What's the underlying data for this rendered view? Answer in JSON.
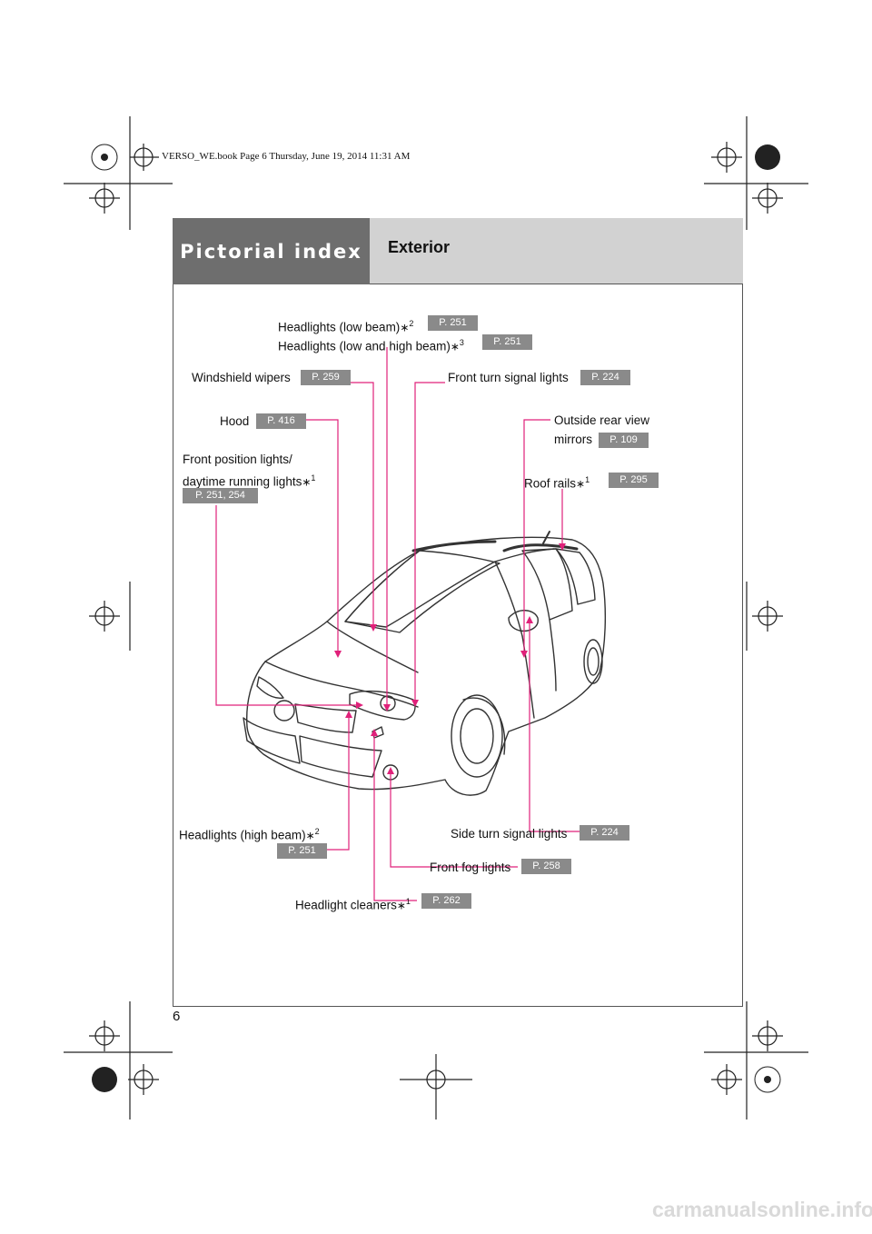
{
  "print_header": "VERSO_WE.book  Page 6  Thursday, June 19, 2014  11:31 AM",
  "header": {
    "section": "Pictorial index",
    "title": "Exterior"
  },
  "page_number": "6",
  "labels": {
    "headlights_low": {
      "text": "Headlights (low beam)",
      "sup": "2",
      "ref": "P. 251"
    },
    "headlights_low_high": {
      "text": "Headlights (low and high beam)",
      "sup": "3",
      "ref": "P. 251"
    },
    "windshield_wipers": {
      "text": "Windshield wipers",
      "ref": "P. 259"
    },
    "front_turn": {
      "text": "Front turn signal lights",
      "ref": "P. 224"
    },
    "hood": {
      "text": "Hood",
      "ref": "P. 416"
    },
    "mirrors": {
      "text1": "Outside rear view",
      "text2": "mirrors",
      "ref": "P. 109"
    },
    "front_position": {
      "text1": "Front position lights/",
      "text2": "daytime running lights",
      "sup": "1",
      "ref": "P. 251, 254"
    },
    "roof_rails": {
      "text": "Roof rails",
      "sup": "1",
      "ref": "P. 295"
    },
    "headlights_high": {
      "text": "Headlights (high beam)",
      "sup": "2",
      "ref": "P. 251"
    },
    "side_turn": {
      "text": "Side turn signal lights",
      "ref": "P. 224"
    },
    "fog": {
      "text": "Front fog lights",
      "ref": "P. 258"
    },
    "cleaners": {
      "text": "Headlight cleaners",
      "sup": "1",
      "ref": "P. 262"
    }
  },
  "asterisk": "∗",
  "watermark": "carmanualsonline.info",
  "colors": {
    "leader": "#e0217a",
    "badge": "#8a8a8a",
    "header_dark": "#6e6e6e",
    "header_light": "#d2d2d2"
  }
}
